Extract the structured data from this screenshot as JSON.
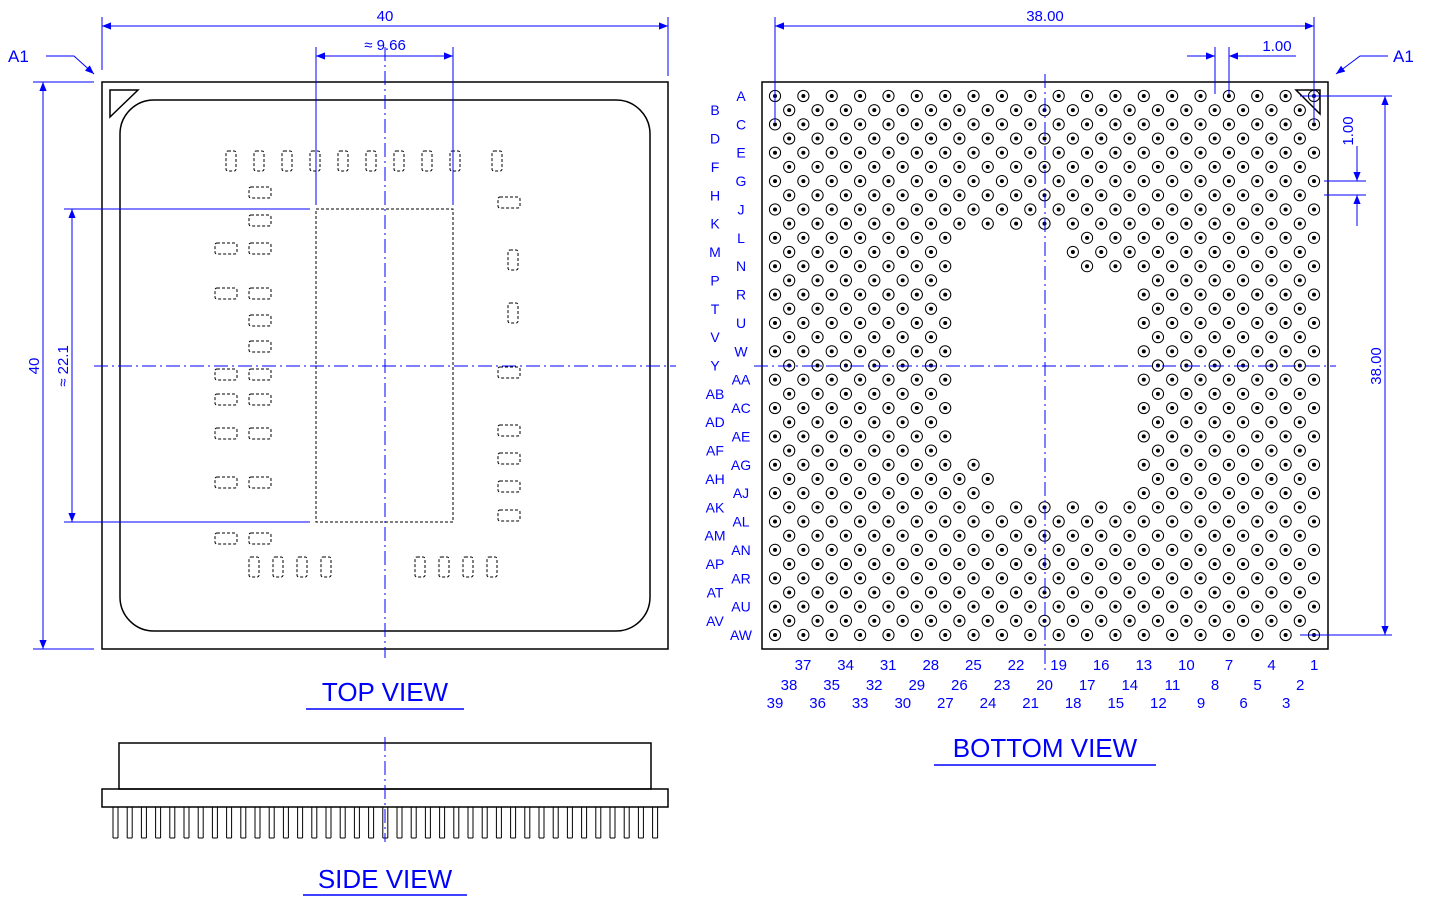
{
  "top_view": {
    "title": "TOP VIEW",
    "pin1_label": "A1",
    "dim_width": "40",
    "dim_height": "40",
    "dim_die_width": "≈ 9.66",
    "dim_die_height": "≈ 22.1"
  },
  "side_view": {
    "title": "SIDE VIEW"
  },
  "bottom_view": {
    "title": "BOTTOM VIEW",
    "pin1_label": "A1",
    "dim_width": "38.00",
    "dim_height": "38.00",
    "dim_pitch_h": "1.00",
    "dim_pitch_v": "1.00",
    "row_labels_odd": [
      "A",
      "C",
      "E",
      "G",
      "J",
      "L",
      "N",
      "R",
      "U",
      "W",
      "AA",
      "AC",
      "AE",
      "AG",
      "AJ",
      "AL",
      "AN",
      "AR",
      "AU",
      "AW"
    ],
    "row_labels_even": [
      "B",
      "D",
      "F",
      "H",
      "K",
      "M",
      "P",
      "T",
      "V",
      "Y",
      "AB",
      "AD",
      "AF",
      "AH",
      "AK",
      "AM",
      "AP",
      "AT",
      "AV"
    ],
    "col_labels_row1": [
      "37",
      "34",
      "31",
      "28",
      "25",
      "22",
      "19",
      "16",
      "13",
      "10",
      "7",
      "4",
      "1"
    ],
    "col_labels_row2": [
      "38",
      "35",
      "32",
      "29",
      "26",
      "23",
      "20",
      "17",
      "14",
      "11",
      "8",
      "5",
      "2"
    ],
    "col_labels_row3": [
      "39",
      "36",
      "33",
      "30",
      "27",
      "24",
      "21",
      "18",
      "15",
      "12",
      "9",
      "6",
      "3"
    ]
  },
  "colors": {
    "outline": "#000000",
    "dimension": "#0000ff",
    "background": "#ffffff"
  }
}
